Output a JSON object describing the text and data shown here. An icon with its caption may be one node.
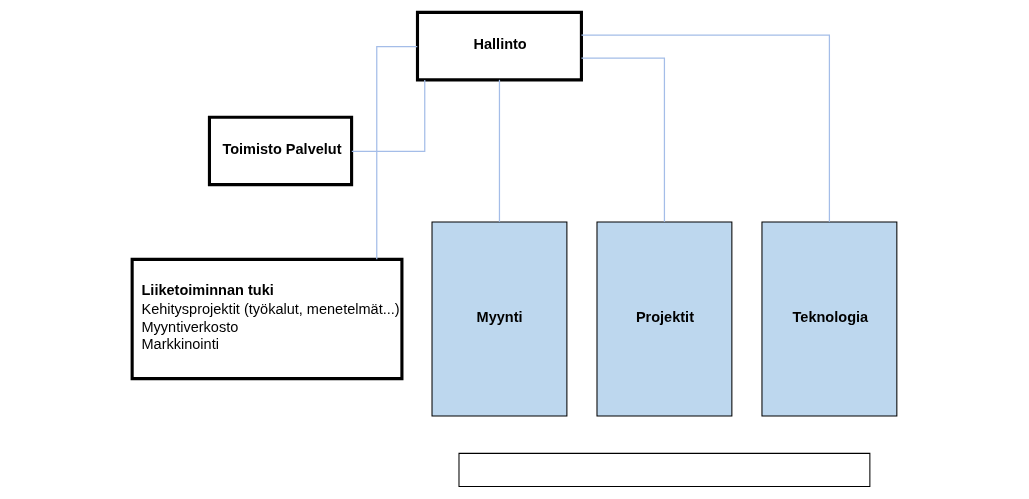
{
  "diagram": {
    "nodes": [
      {
        "text": [
          "Hallinto"
        ]
      },
      {
        "text": [
          "Toimisto Palvelut"
        ]
      },
      {
        "text": [
          "Liiketoiminnan tuki",
          "Kehitysprojektit (työkalut, menetelmät...)",
          "Myyntiverkosto",
          "Markkinointi"
        ]
      },
      {
        "text": [
          "Myynti"
        ]
      },
      {
        "text": [
          "Projektit"
        ]
      },
      {
        "text": [
          "Teknologia"
        ]
      },
      {
        "text": [],
        "shape": "bar"
      }
    ],
    "edges": [
      {
        "from": 0,
        "to": 1,
        "arrow": "none"
      },
      {
        "from": 0,
        "to": 2,
        "arrow": "none"
      },
      {
        "from": 0,
        "to": 3,
        "arrow": "none"
      },
      {
        "from": 0,
        "to": 4,
        "arrow": "none"
      },
      {
        "from": 0,
        "to": 5,
        "arrow": "none"
      }
    ]
  }
}
